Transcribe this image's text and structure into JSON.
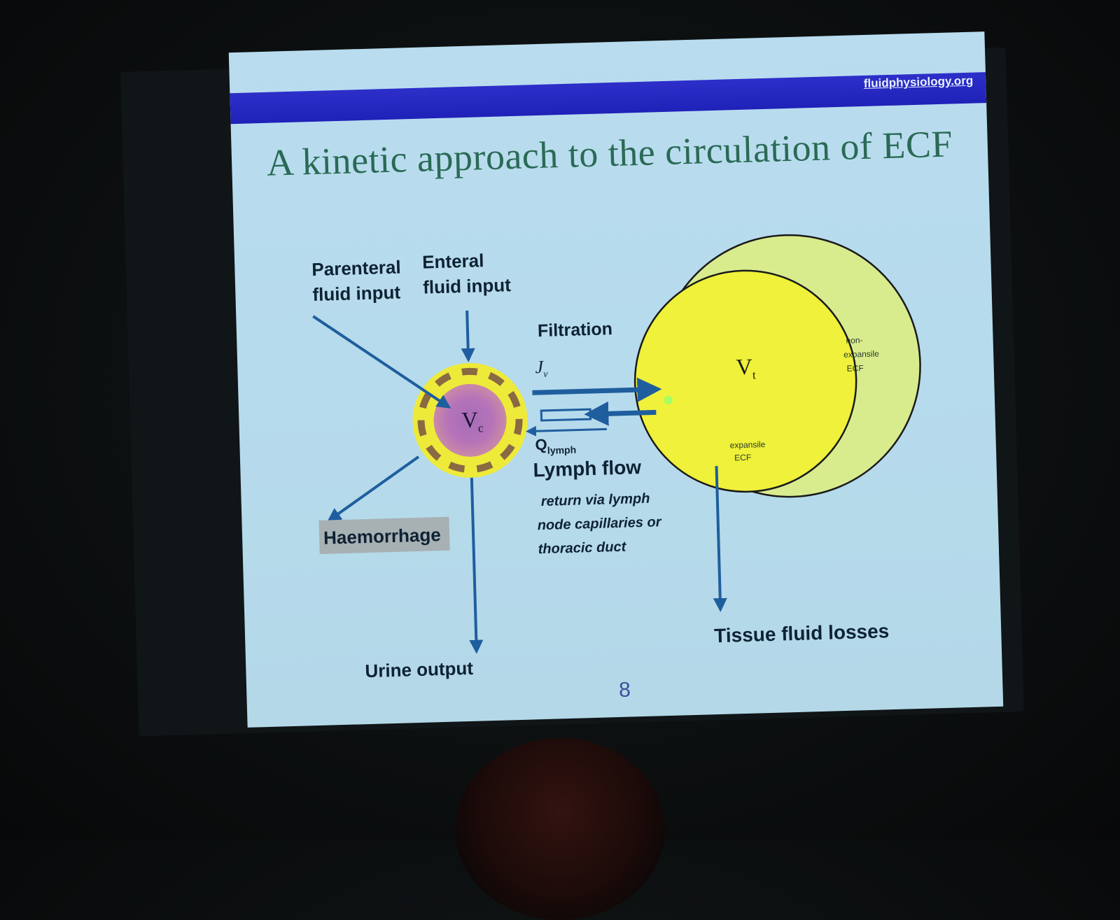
{
  "slide": {
    "site": "fluidphysiology.org",
    "title": "A kinetic approach to the circulation of ECF",
    "page_number": "8"
  },
  "diagram": {
    "parenteral_line1": "Parenteral",
    "parenteral_line2": "fluid input",
    "enteral_line1": "Enteral",
    "enteral_line2": "fluid input",
    "filtration": "Filtration",
    "jv_base": "J",
    "jv_sub": "v",
    "vc_base": "V",
    "vc_sub": "c",
    "qlymph_base": "Q",
    "qlymph_sub": "lymph",
    "lymph_flow": "Lymph flow",
    "lymph_note_1": "return via lymph",
    "lymph_note_2": "node capillaries or",
    "lymph_note_3": "thoracic duct",
    "haemorrhage": "Haemorrhage",
    "urine_output": "Urine output",
    "vt_base": "V",
    "vt_sub": "t",
    "non_exp_1": "non-",
    "non_exp_2": "expansile",
    "non_exp_3": "ECF",
    "exp_1": "expansile",
    "exp_2": "ECF",
    "tissue_losses": "Tissue fluid losses"
  },
  "colors": {
    "slide_background": "#b8dbed",
    "title_bar": "#2326bd",
    "title_text": "#2a6a55",
    "arrow": "#1f5e9e",
    "vc_core": "#b070b8",
    "vc_ring": "#f2ee3a",
    "vt_inner": "#f0f238",
    "vt_outer": "#d9ed8a"
  }
}
